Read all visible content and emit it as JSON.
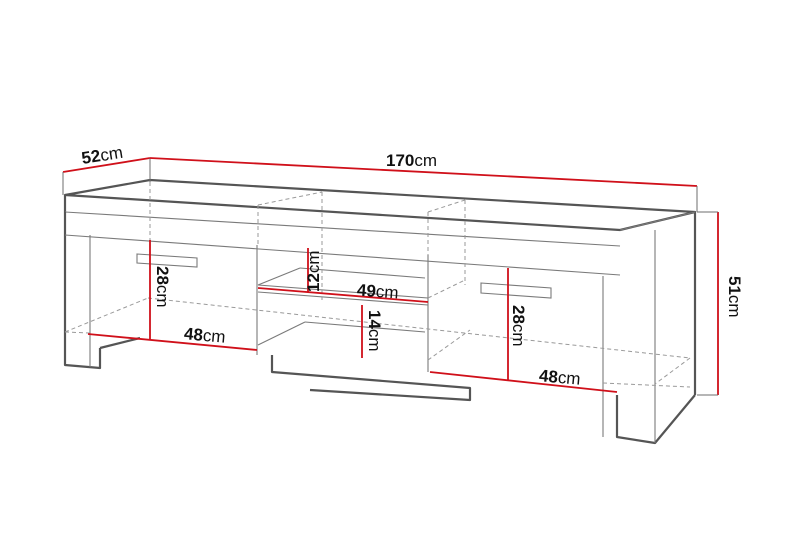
{
  "diagram": {
    "subject": "TV stand cabinet dimension drawing",
    "colors": {
      "outline": "#555555",
      "dimension_line": "#d0101a",
      "text": "#111111",
      "background": "#ffffff"
    },
    "dimensions": {
      "depth": {
        "value": "52",
        "unit": "cm"
      },
      "width": {
        "value": "170",
        "unit": "cm"
      },
      "height": {
        "value": "51",
        "unit": "cm"
      },
      "left_door_height": {
        "value": "28",
        "unit": "cm"
      },
      "left_door_width": {
        "value": "48",
        "unit": "cm"
      },
      "upper_shelf_height": {
        "value": "12",
        "unit": "cm"
      },
      "shelf_width": {
        "value": "49",
        "unit": "cm"
      },
      "lower_shelf_height": {
        "value": "14",
        "unit": "cm"
      },
      "right_door_height": {
        "value": "28",
        "unit": "cm"
      },
      "right_door_width": {
        "value": "48",
        "unit": "cm"
      }
    }
  }
}
